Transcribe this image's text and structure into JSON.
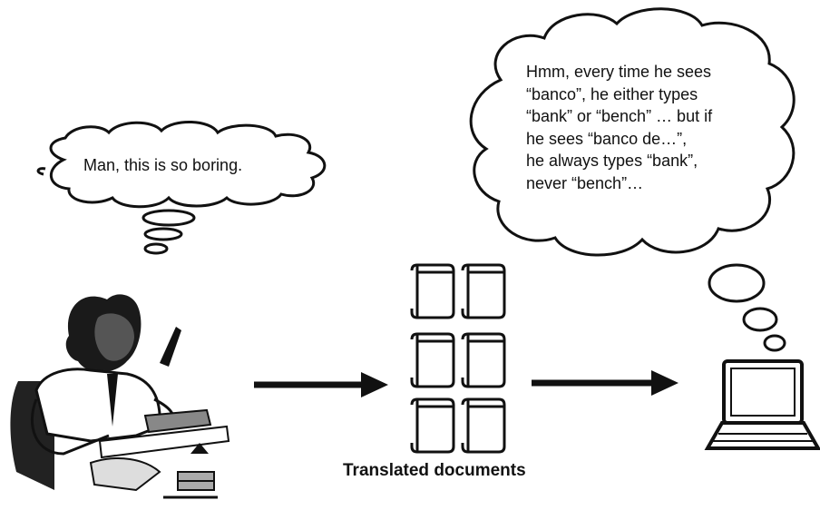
{
  "translator_thought": "Man, this is so boring.",
  "computer_thought_lines": [
    "Hmm, every time he sees",
    "“banco”, he either types",
    "“bank” or “bench” … but if",
    "he sees “banco de…”,",
    "he always types “bank”,",
    "never “bench”…"
  ],
  "documents_caption": "Translated documents",
  "icons": [
    "thought-bubble-icon",
    "translator-person-icon",
    "arrow-right-icon",
    "document-scroll-icon",
    "laptop-icon"
  ],
  "colors": {
    "ink": "#111111",
    "background": "#ffffff"
  }
}
